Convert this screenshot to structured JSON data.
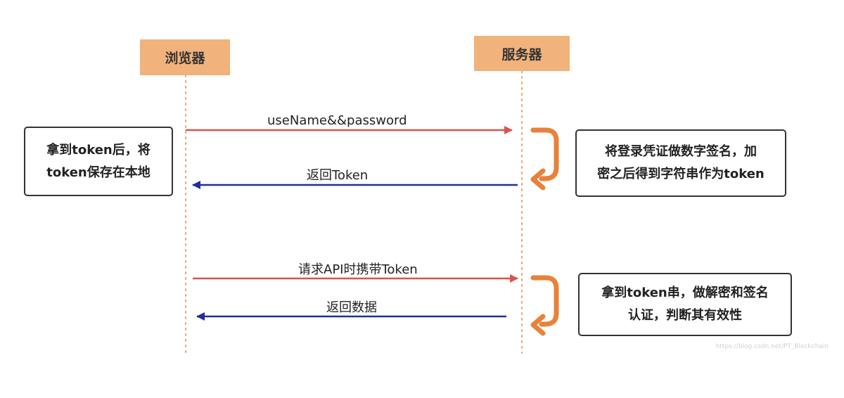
{
  "actors": {
    "browser": "浏览器",
    "server": "服务器"
  },
  "messages": [
    {
      "label": "useName&&password"
    },
    {
      "label": "返回Token"
    },
    {
      "label": "请求API时携带Token"
    },
    {
      "label": "返回数据"
    }
  ],
  "notes": {
    "browser_note": [
      "拿到token后，将",
      "token保存在本地"
    ],
    "server_note_1": [
      "将登录凭证做数字签名，加",
      "密之后得到字符串作为token"
    ],
    "server_note_2": [
      "拿到token串，做解密和签名",
      "认证，判断其有效性"
    ]
  },
  "watermark": "https://blog.csdn.net/PT_Blockchain",
  "colors": {
    "actor_fill": "#f1b27c",
    "lifeline": "#e8a46e",
    "request_arrow": "#d9534f",
    "response_arrow": "#1f2f9e",
    "self_arrow": "#e8823a"
  }
}
